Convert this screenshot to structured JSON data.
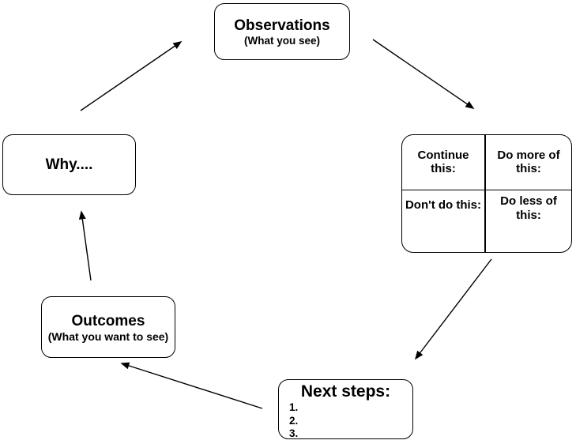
{
  "diagram": {
    "colors": {
      "background": "#ffffff",
      "line": "#000000",
      "text": "#000000"
    },
    "nodes": {
      "observations": {
        "title": "Observations",
        "subtitle": "(What you see)"
      },
      "grid": {
        "top_left": "Continue\nthis:",
        "top_right": "Do more of\nthis:",
        "bottom_left": "Don't do this:",
        "bottom_right": "Do less of\nthis:"
      },
      "why": {
        "title": "Why...."
      },
      "outcomes": {
        "title": "Outcomes",
        "subtitle": "(What you want to see)"
      },
      "next_steps": {
        "title": "Next steps:",
        "items": [
          "1.",
          "2.",
          "3."
        ]
      }
    },
    "edges": [
      {
        "from": "why",
        "to": "observations"
      },
      {
        "from": "observations",
        "to": "grid"
      },
      {
        "from": "grid",
        "to": "next_steps"
      },
      {
        "from": "next_steps",
        "to": "outcomes"
      },
      {
        "from": "outcomes",
        "to": "why"
      }
    ]
  }
}
